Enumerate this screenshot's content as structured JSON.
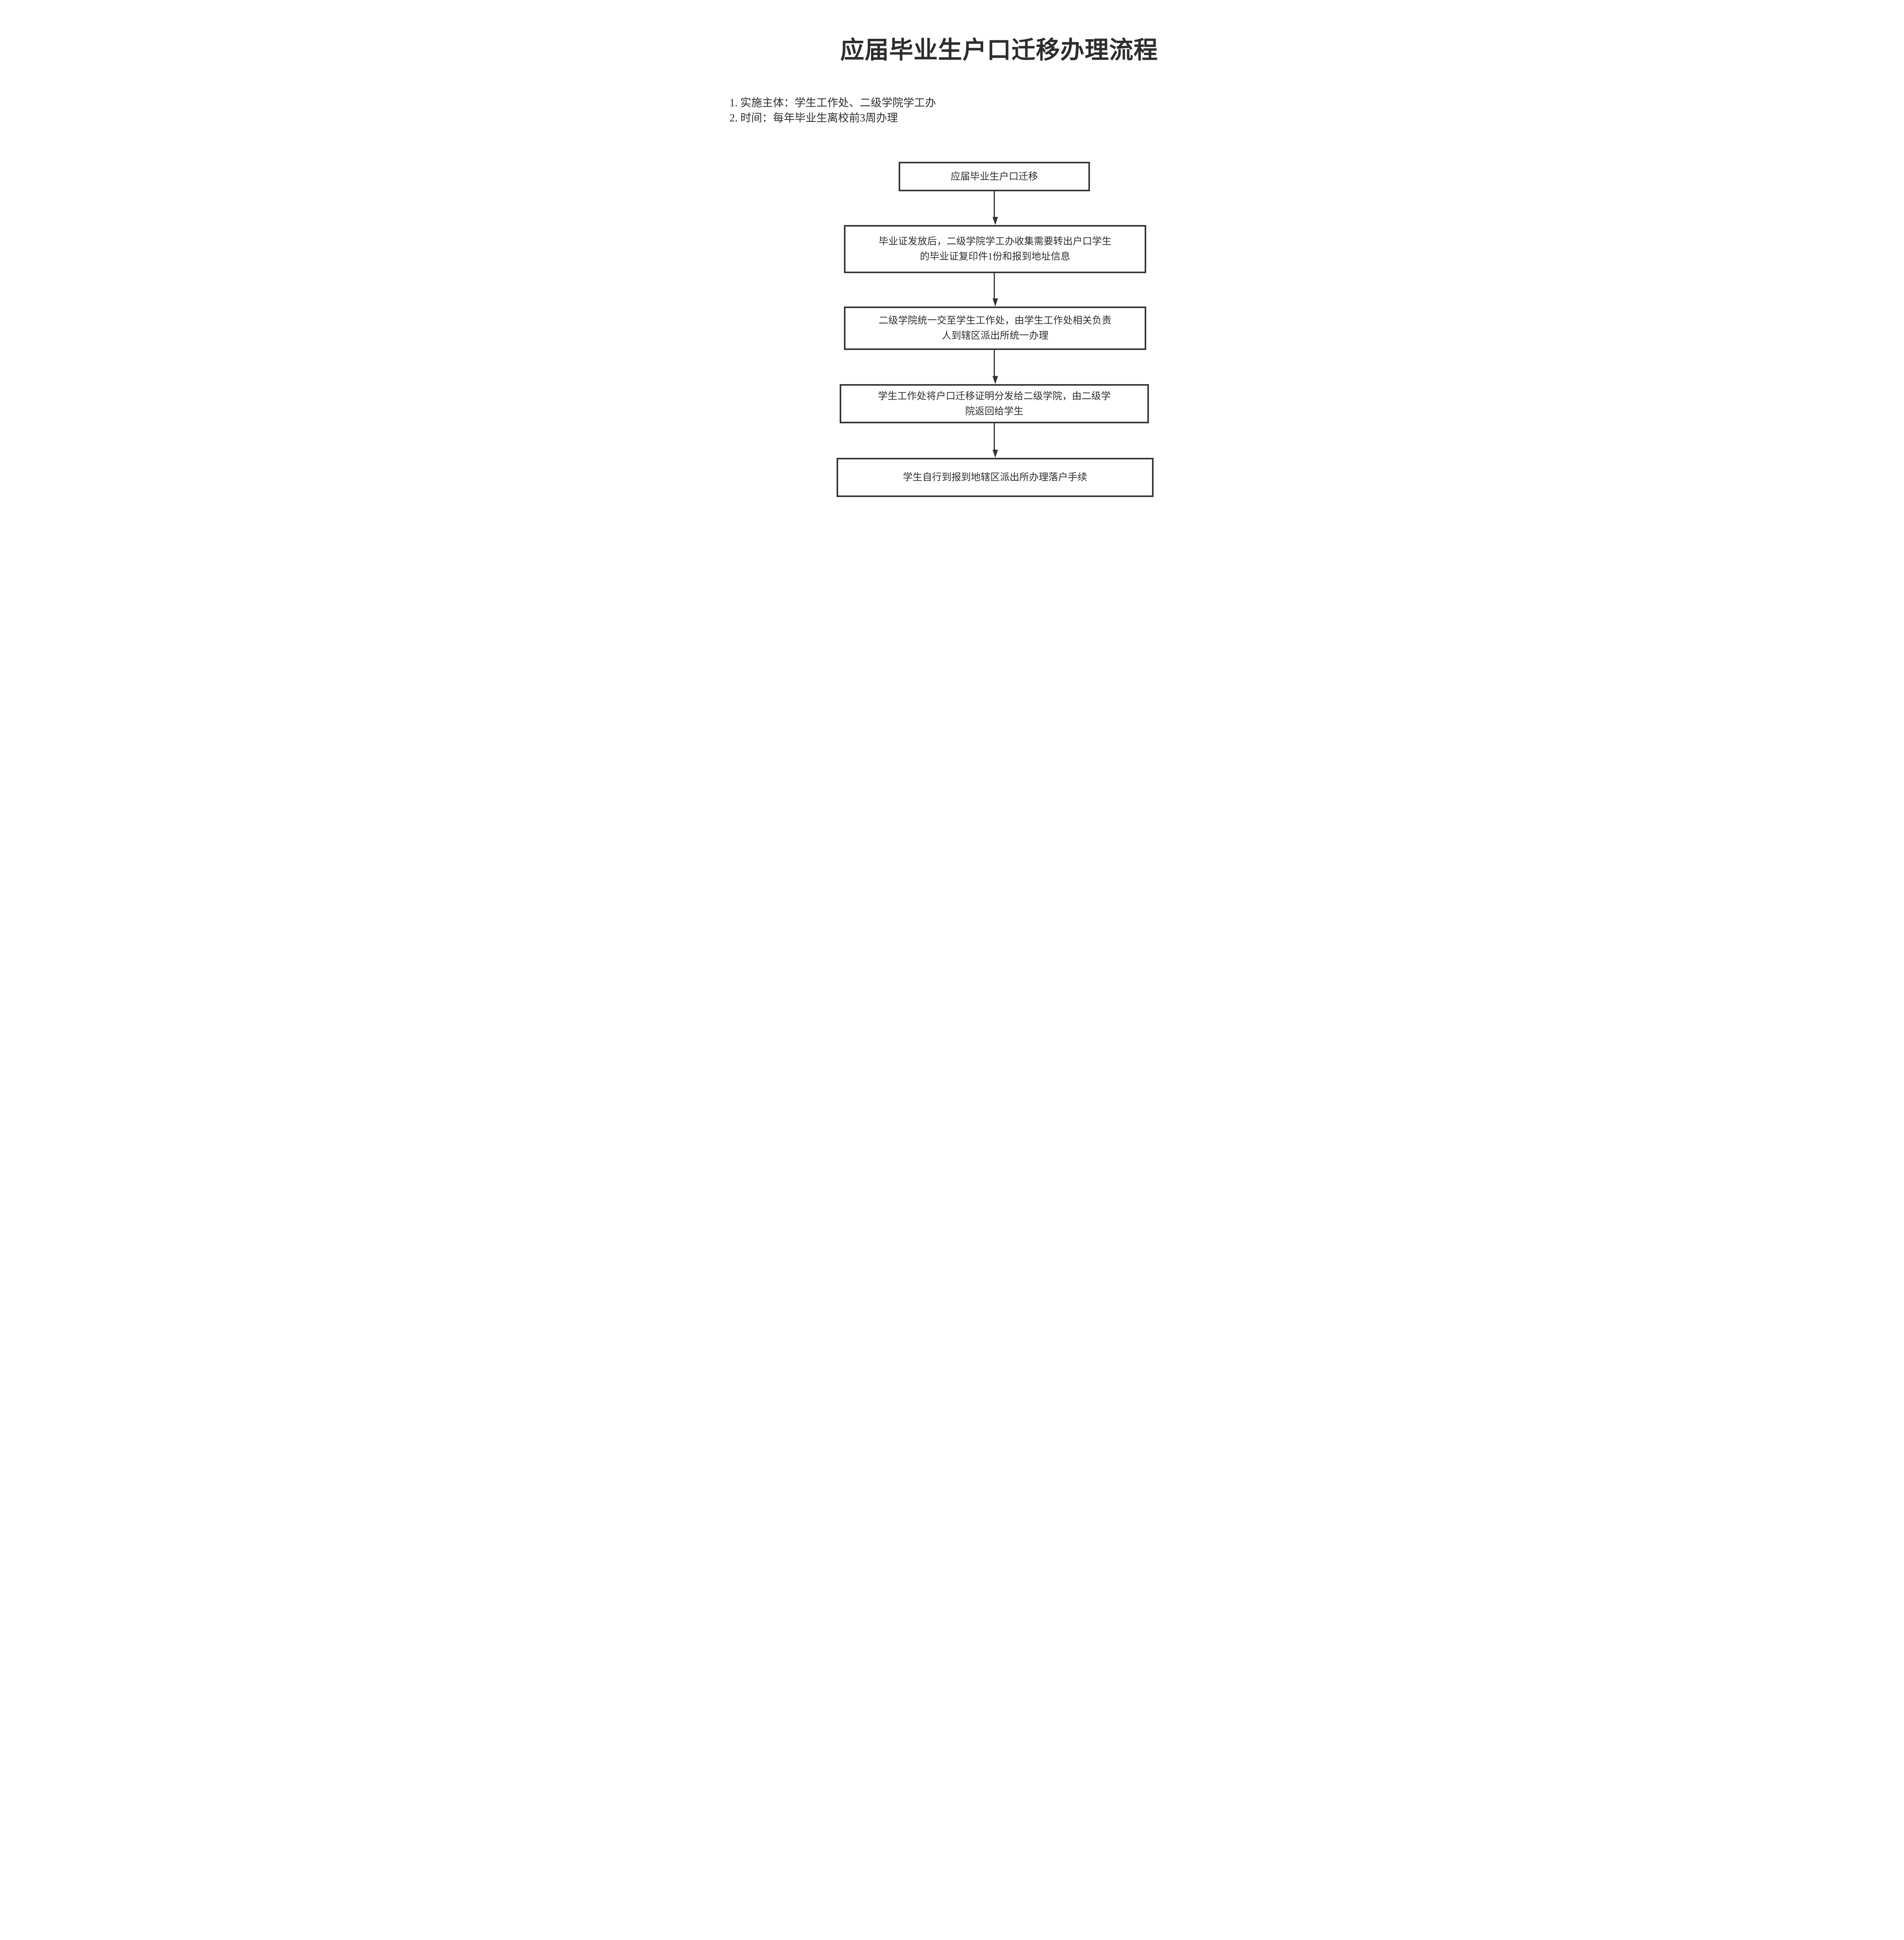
{
  "page": {
    "title": "应届毕业生户口迁移办理流程",
    "notes": [
      "1. 实施主体：学生工作处、二级学院学工办",
      "2. 时间：每年毕业生离校前3周办理"
    ]
  },
  "flowchart": {
    "steps": [
      "应届毕业生户口迁移",
      "毕业证发放后，二级学院学工办收集需要转出户口学生\n的毕业证复印件1份和报到地址信息",
      "二级学院统一交至学生工作处，由学生工作处相关负责\n人到辖区派出所统一办理",
      "学生工作处将户口迁移证明分发给二级学院，由二级学\n院返回给学生",
      "学生自行到报到地辖区派出所办理落户手续"
    ]
  },
  "colors": {
    "text": "#2d2d2d",
    "border": "#333333",
    "background": "#ffffff"
  }
}
